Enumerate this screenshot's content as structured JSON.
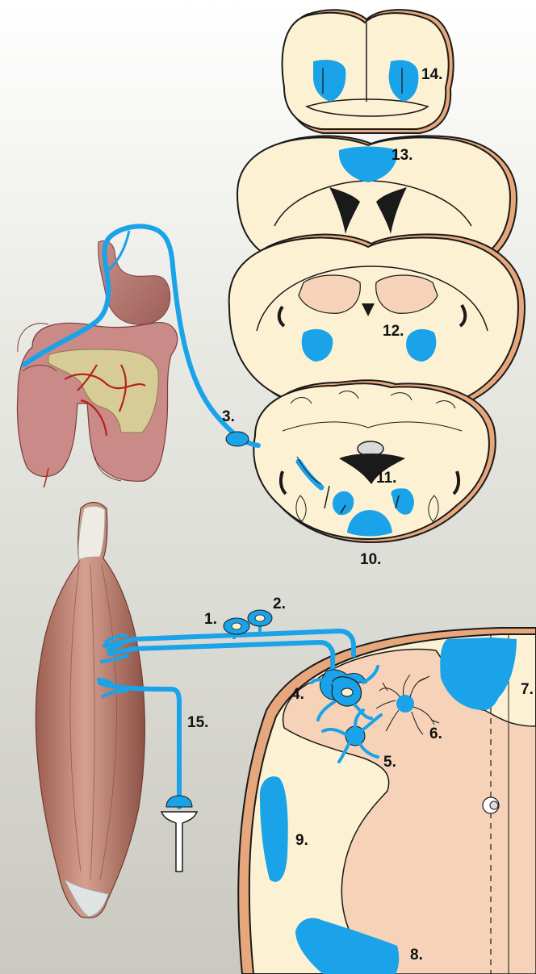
{
  "colors": {
    "background_light": "#ffffff",
    "background_dark": "#c9c9c1",
    "tissue": "#fdf1d4",
    "tissue_edge": "#e7a77c",
    "gray_matter": "#f6d2b8",
    "pathway": "#1aa3e8",
    "outline": "#1a1a1a",
    "muscle": "#b87866",
    "intestine": "#c98a88",
    "mesentery": "#d8cc96",
    "vessel": "#b2241a"
  },
  "icons": [
    "brain-coronal-section",
    "brainstem-section",
    "intestine",
    "muscle",
    "spinal-cord-section",
    "neuron-icon",
    "ganglion-icon",
    "receptor-icon"
  ],
  "labels": {
    "l1": "1.",
    "l2": "2.",
    "l3": "3.",
    "l4": "4.",
    "l5": "5.",
    "l6": "6.",
    "l7": "7.",
    "l8": "8.",
    "l9": "9.",
    "l10": "10.",
    "l11": "11.",
    "l12": "12.",
    "l13": "13.",
    "l14": "14.",
    "l15": "15."
  }
}
